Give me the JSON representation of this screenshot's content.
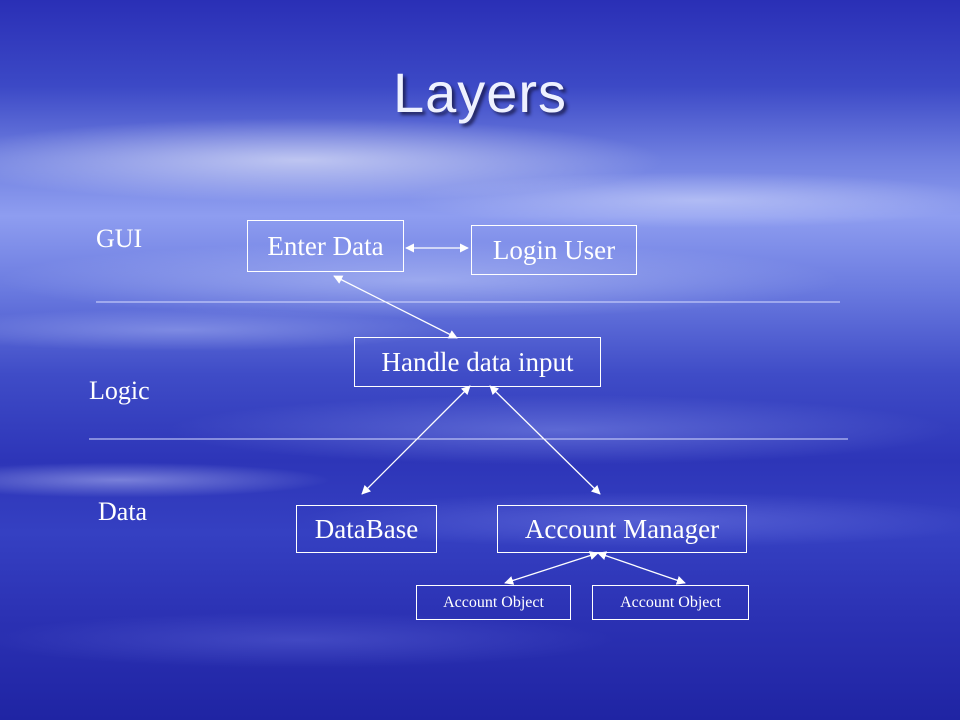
{
  "slide": {
    "title": "Layers"
  },
  "layers": {
    "gui": "GUI",
    "logic": "Logic",
    "data": "Data"
  },
  "boxes": {
    "enter_data": "Enter Data",
    "login_user": "Login User",
    "handle_data_input": "Handle data input",
    "database": "DataBase",
    "account_manager": "Account Manager",
    "account_object_1": "Account Object",
    "account_object_2": "Account Object"
  },
  "colors": {
    "foreground": "#ffffff",
    "background_deep": "#2a2fb6",
    "background_light": "#8e9df0"
  }
}
